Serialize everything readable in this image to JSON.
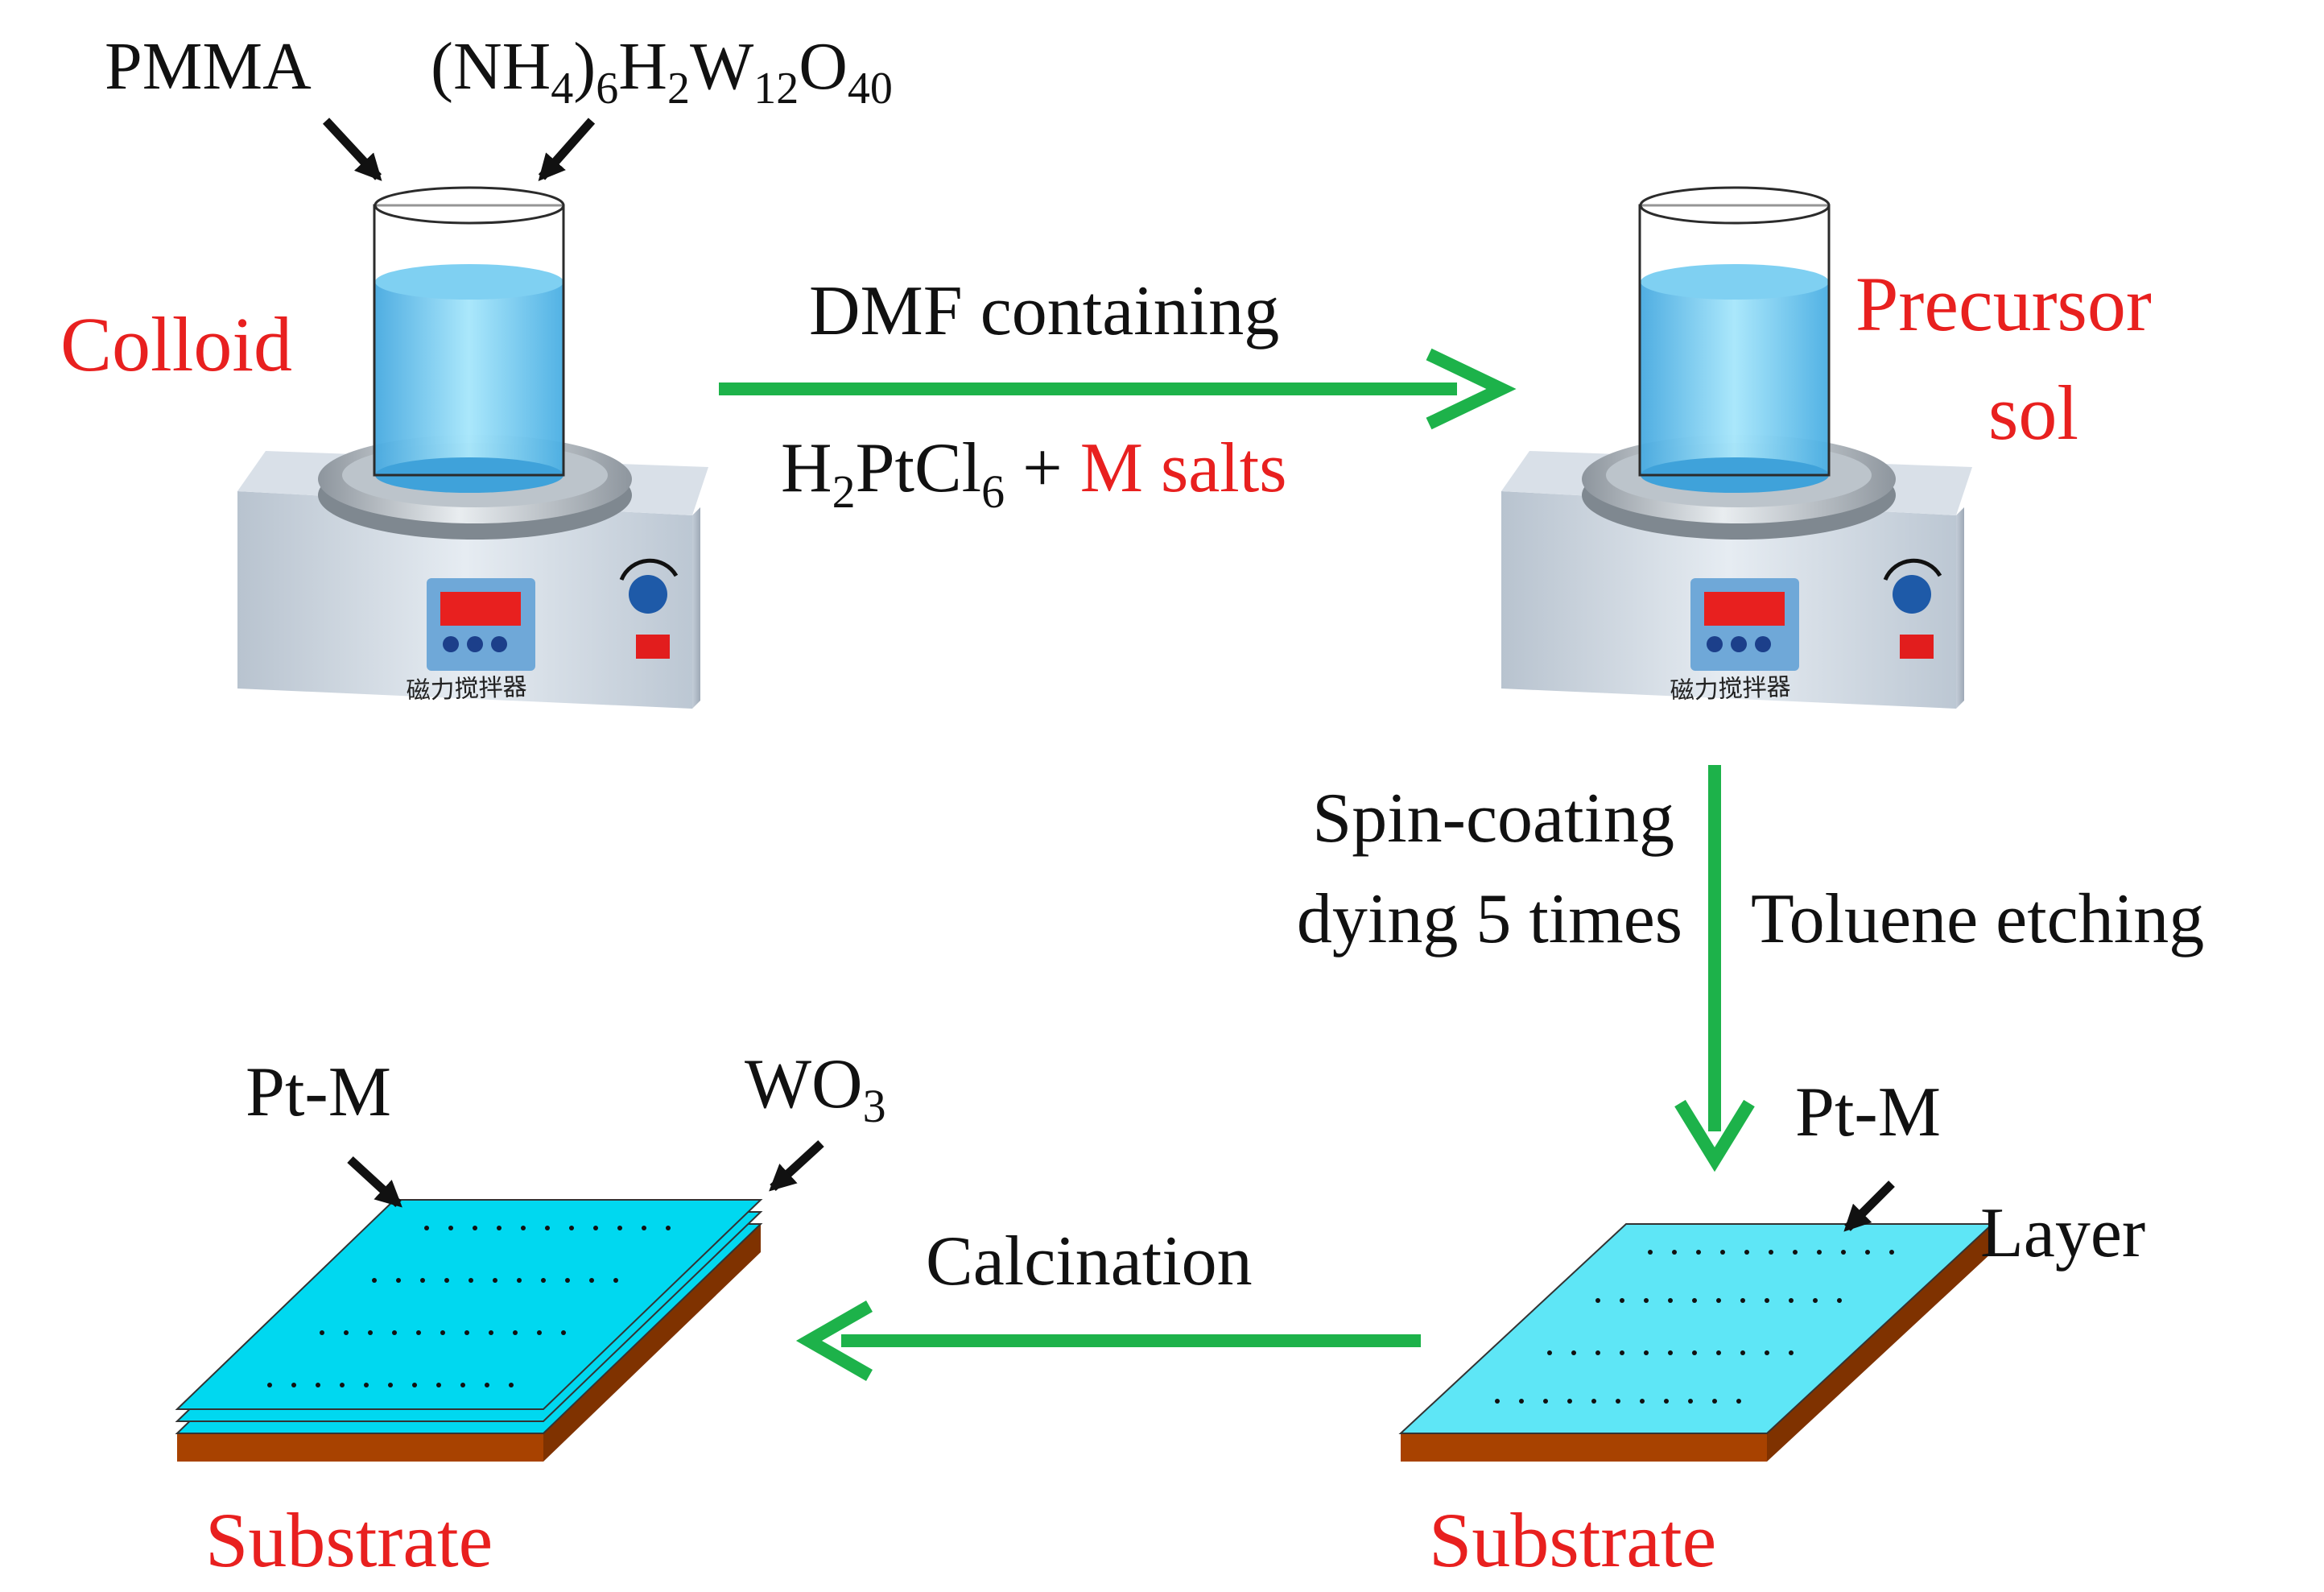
{
  "reagents": {
    "pmma": "PMMA",
    "ammonium_base": "(NH",
    "ammonium_sub4": "4",
    "ammonium_close": ")",
    "ammonium_sub6": "6",
    "ammonium_h": "H",
    "ammonium_sub2": "2",
    "ammonium_w": "W",
    "ammonium_sub12": "12",
    "ammonium_o": "O",
    "ammonium_sub40": "40"
  },
  "stages": {
    "colloid": "Colloid",
    "precursor_line1": "Precursor",
    "precursor_line2": "sol",
    "substrate_left": "Substrate",
    "substrate_right": "Substrate"
  },
  "steps": {
    "dmf": "DMF containing",
    "h": "H",
    "h_sub": "2",
    "ptcl": "PtCl",
    "ptcl_sub": "6",
    "plus": " + ",
    "m_salts": "M salts",
    "spin1": "Spin-coating",
    "spin2": "dying 5 times",
    "toluene": "Toluene etching",
    "calcination": "Calcination"
  },
  "labels": {
    "ptm_left": "Pt-M",
    "wo": "WO",
    "wo_sub": "3",
    "ptm_right": "Pt-M",
    "layer": "Layer"
  },
  "stirrer_label": "磁力搅拌器",
  "colors": {
    "accent_red": "#e8201f",
    "arrow_green": "#1db24a",
    "liquid_blue": "#6ec8ef",
    "film_cyan": "#00d8f0",
    "film_light": "#5ee6f6",
    "substrate_brown": "#a84200"
  }
}
